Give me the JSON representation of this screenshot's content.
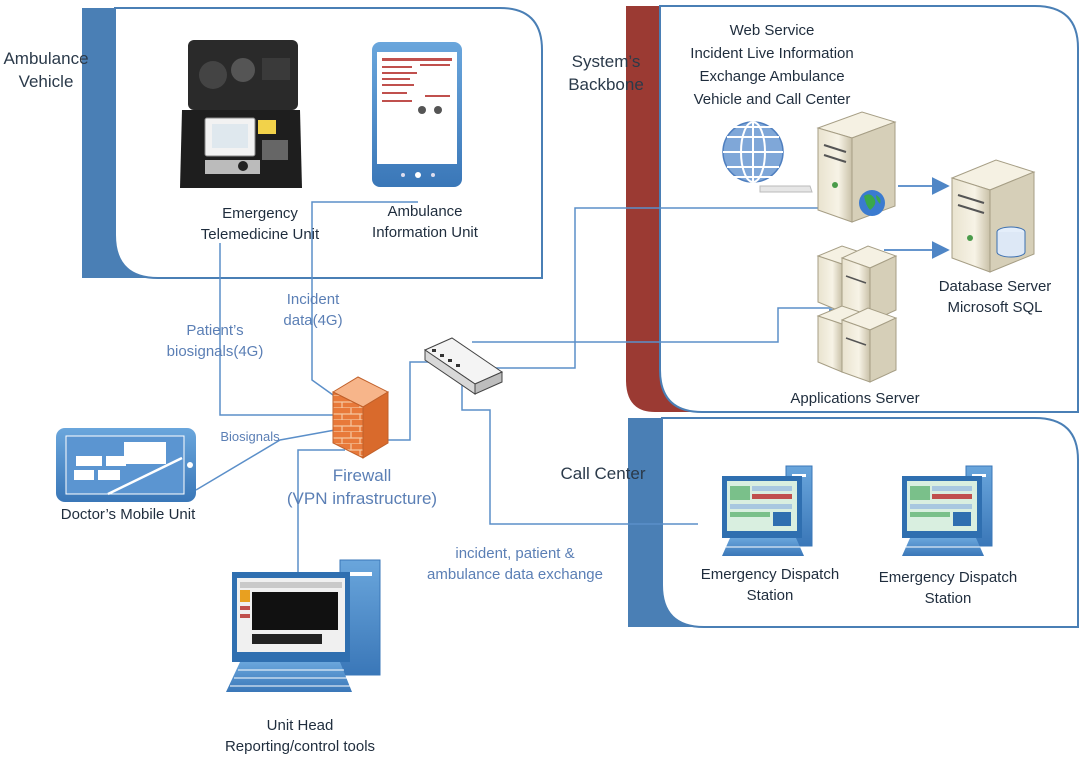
{
  "zones": {
    "ambulance": [
      "Ambulance",
      "Vehicle"
    ],
    "backbone": [
      "System’s",
      "Backbone"
    ],
    "call_center": "Call Center"
  },
  "nodes": {
    "etu": [
      "Emergency",
      "Telemedicine Unit"
    ],
    "aiu": [
      "Ambulance",
      "Information Unit"
    ],
    "web_service": [
      "Web Service",
      "Incident Live Information",
      "Exchange  Ambulance",
      "Vehicle and Call Center"
    ],
    "db_server": [
      "Database Server",
      "Microsoft SQL"
    ],
    "app_server": "Applications Server",
    "firewall": [
      "Firewall",
      "(VPN infrastructure)"
    ],
    "doctor": "Doctor’s Mobile Unit",
    "unit_head": [
      "Unit Head",
      "Reporting/control tools"
    ],
    "dispatch1": [
      "Emergency Dispatch",
      "Station"
    ],
    "dispatch2": [
      "Emergency Dispatch",
      "Station"
    ]
  },
  "links": {
    "incident": [
      "Incident",
      "data(4G)"
    ],
    "patient": [
      "Patient’s",
      "biosignals(4G)"
    ],
    "biosignals": "Biosignals",
    "exchange": [
      "incident, patient &",
      "ambulance data exchange"
    ]
  },
  "colors": {
    "zone_blue": "#4a7fb5",
    "zone_red": "#9b3a33",
    "link": "#5b8fc9",
    "text": "#1f2d3d",
    "link_text": "#5b7fb5"
  }
}
